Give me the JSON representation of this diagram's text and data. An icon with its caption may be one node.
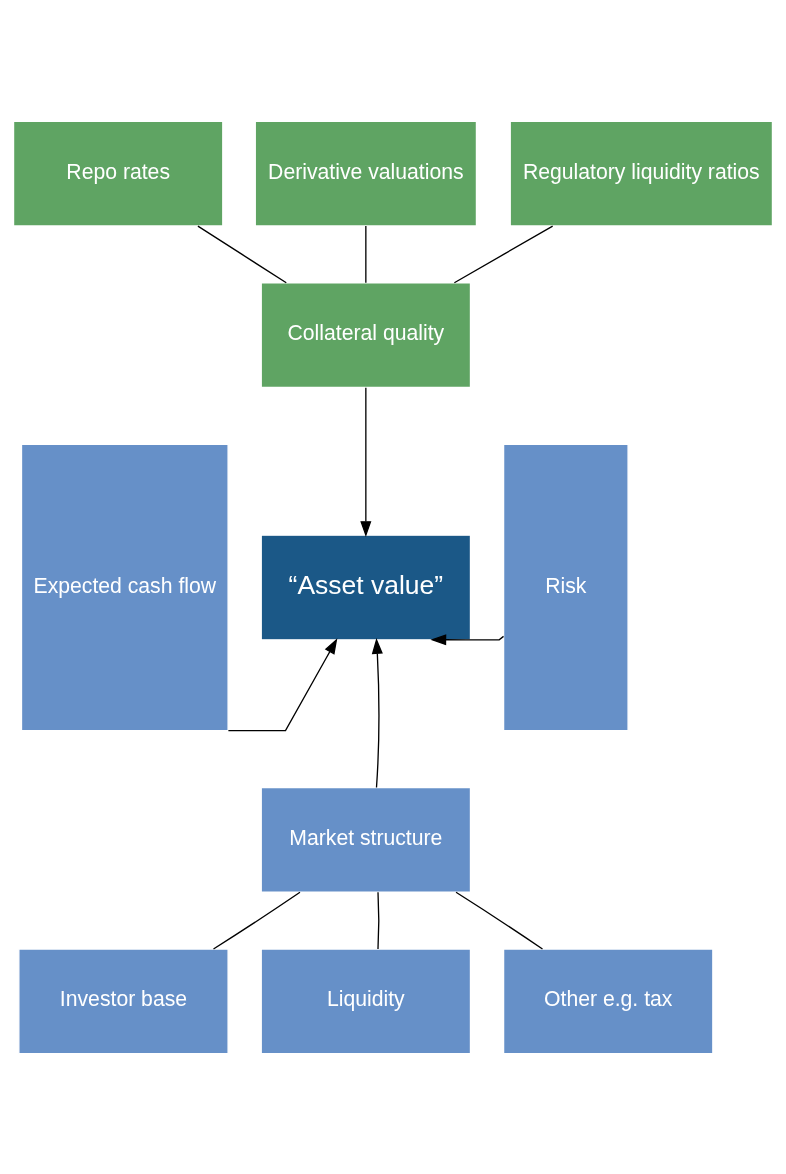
{
  "diagram": {
    "nodes": [
      {
        "text": [
          "Repo rates"
        ]
      },
      {
        "text": [
          "Derivative valuations"
        ]
      },
      {
        "text": [
          "Regulatory liquidity ratios"
        ]
      },
      {
        "text": [
          "Expected cash flow"
        ]
      },
      {
        "text": [
          "Collateral quality"
        ]
      },
      {
        "text": [
          "Risk"
        ]
      },
      {
        "text": [
          "“Asset value”"
        ]
      },
      {
        "text": [
          "Market structure"
        ]
      },
      {
        "text": [
          "Investor base"
        ]
      },
      {
        "text": [
          "Liquidity"
        ]
      },
      {
        "text": [
          "Other e.g. tax"
        ]
      }
    ],
    "edges": [
      {
        "from": 0,
        "to": 4,
        "arrow": "none"
      },
      {
        "from": 1,
        "to": 4,
        "arrow": "none"
      },
      {
        "from": 2,
        "to": 4,
        "arrow": "none"
      },
      {
        "from": 4,
        "to": 6,
        "arrow": "to"
      },
      {
        "from": 3,
        "to": 6,
        "arrow": "to"
      },
      {
        "from": 5,
        "to": 6,
        "arrow": "to"
      },
      {
        "from": 7,
        "to": 6,
        "arrow": "to"
      },
      {
        "from": 8,
        "to": 7,
        "arrow": "none"
      },
      {
        "from": 9,
        "to": 7,
        "arrow": "none"
      },
      {
        "from": 10,
        "to": 7,
        "arrow": "none"
      }
    ]
  }
}
